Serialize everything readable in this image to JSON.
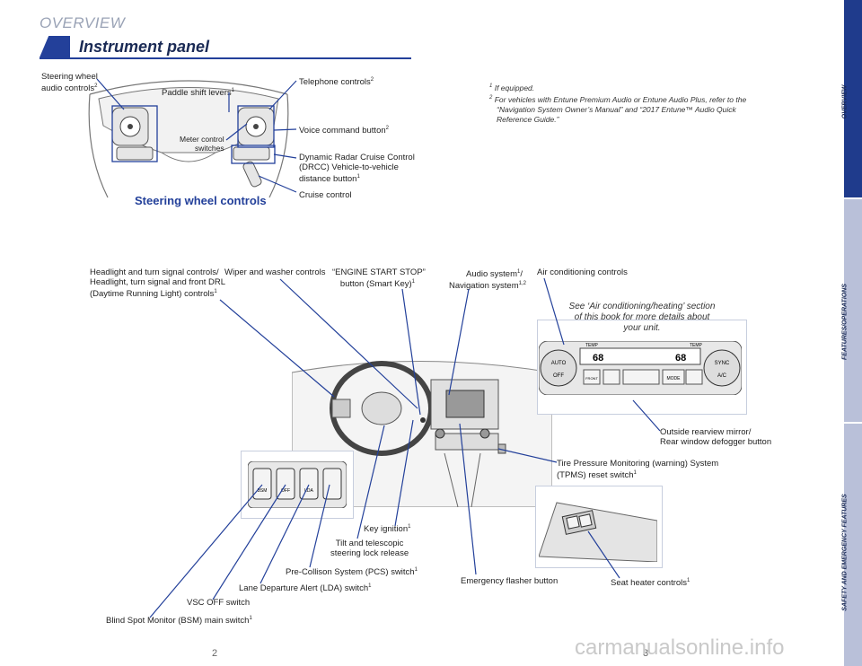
{
  "header": {
    "section": "OVERVIEW",
    "title": "Instrument panel"
  },
  "footnotes": {
    "f1_num": "1",
    "f1_text": "If equipped.",
    "f2_num": "2",
    "f2_line1": "For vehicles with Entune Premium Audio or Entune Audio Plus, refer to the",
    "f2_line2": "“Navigation System Owner’s Manual” and “2017 Entune™ Audio Quick",
    "f2_line3": "Reference Guide.”"
  },
  "steering": {
    "title": "Steering wheel controls",
    "audio_line1": "Steering wheel",
    "audio_line2": "audio controls",
    "audio_sup": "2",
    "paddle": "Paddle shift levers",
    "paddle_sup": "1",
    "meter_line1": "Meter control",
    "meter_line2": "switches",
    "telephone": "Telephone controls",
    "telephone_sup": "2",
    "voice": "Voice command button",
    "voice_sup": "2",
    "drcc_line1": "Dynamic Radar Cruise Control",
    "drcc_line2": "(DRCC) Vehicle-to-vehicle",
    "drcc_line3": "distance button",
    "drcc_sup": "1",
    "cruise": "Cruise control"
  },
  "dash": {
    "headlight_line1": "Headlight and turn signal controls/",
    "headlight_line2": "Headlight, turn signal and front DRL",
    "headlight_line3": "(Daytime Running Light) controls",
    "headlight_sup": "1",
    "wiper": "Wiper and washer controls",
    "engine_line1": "“ENGINE START STOP”",
    "engine_line2": "button (Smart Key)",
    "engine_sup": "1",
    "audio_line1": "Audio system",
    "audio_sup1": "1",
    "audio_line1b": "/",
    "audio_line2": "Navigation system",
    "audio_sup2": "1,2",
    "ac": "Air conditioning controls",
    "see_line1": "See ‘Air conditioning/heating’ section",
    "see_line2": "of this book for more details about",
    "see_line3": "your unit.",
    "mirror_line1": "Outside rearview mirror/",
    "mirror_line2": "Rear window defogger button",
    "tpms_line1": "Tire Pressure Monitoring (warning) System",
    "tpms_line2": "(TPMS) reset switch",
    "tpms_sup": "1",
    "key": "Key ignition",
    "key_sup": "1",
    "tilt_line1": "Tilt and telescopic",
    "tilt_line2": "steering lock release",
    "pcs": "Pre-Collison System (PCS) switch",
    "pcs_sup": "1",
    "lda": "Lane Departure Alert (LDA) switch",
    "lda_sup": "1",
    "vsc": "VSC OFF switch",
    "bsm": "Blind Spot Monitor (BSM) main switch",
    "bsm_sup": "1",
    "emergency": "Emergency flasher button",
    "seat": "Seat heater controls",
    "seat_sup": "1"
  },
  "climate": {
    "auto": "AUTO",
    "off": "OFF",
    "temp_left_label": "TEMP",
    "temp_left": "68",
    "temp_right_label": "TEMP",
    "temp_right": "68",
    "sync": "SYNC",
    "ac": "A/C",
    "mode": "MODE",
    "front": "FRONT"
  },
  "switch_panel": {
    "bsm": "BSM",
    "off": "OFF",
    "lda": "LDA"
  },
  "sidebar": {
    "overview": "OVERVIEW",
    "features": "FEATURES/OPERATIONS",
    "safety": "SAFETY AND EMERGENCY FEATURES"
  },
  "pages": {
    "left": "2",
    "right": "3"
  },
  "watermark": "carmanualsonline.info",
  "colors": {
    "accent": "#23409a",
    "sidebar_active": "#1f3b8c",
    "sidebar_inactive": "#b9c0d9"
  }
}
